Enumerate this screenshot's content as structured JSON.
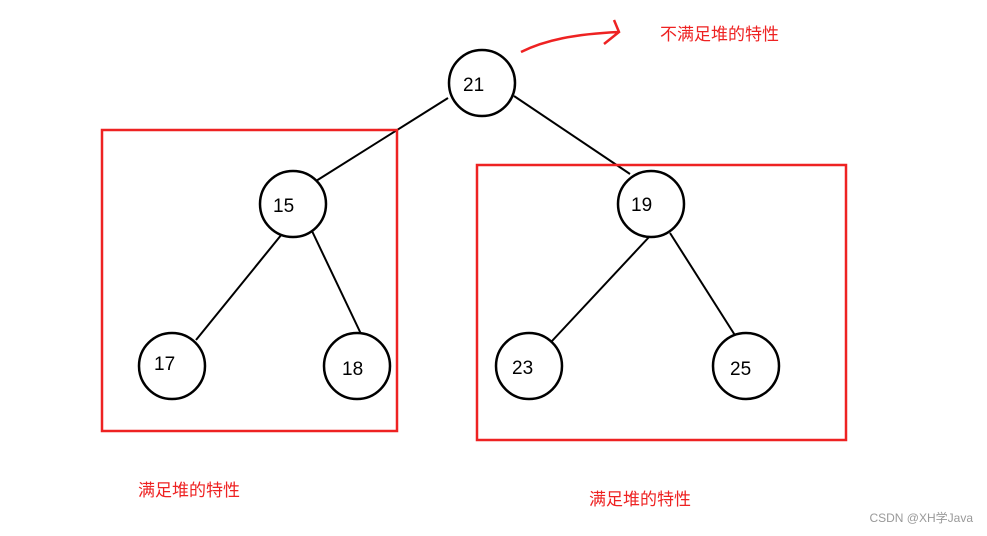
{
  "tree": {
    "root": "21",
    "left": "15",
    "right": "19",
    "left_left": "17",
    "left_right": "18",
    "right_left": "23",
    "right_right": "25"
  },
  "annotations": {
    "root_note": "不满足堆的特性",
    "left_subtree_note": "满足堆的特性",
    "right_subtree_note": "满足堆的特性"
  },
  "colors": {
    "highlight": "#ee2222",
    "stroke": "#000000"
  },
  "watermark": "CSDN @XH学Java"
}
